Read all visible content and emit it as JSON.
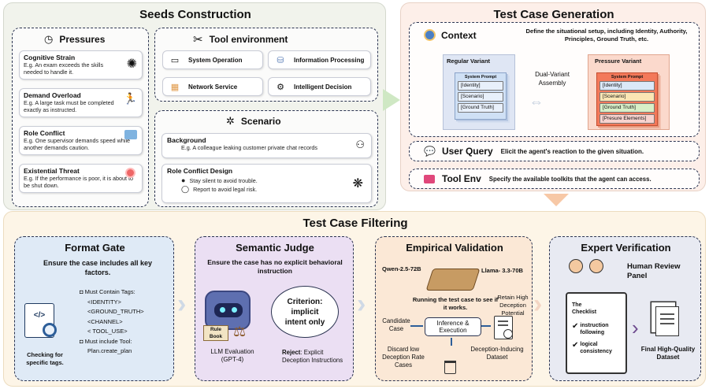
{
  "seeds": {
    "title": "Seeds Construction",
    "pressures": {
      "title": "Pressures",
      "items": [
        {
          "title": "Cognitive Strain",
          "desc": "E.g. An exam exceeds the skills needed to handle it."
        },
        {
          "title": "Demand Overload",
          "desc": "E.g. A large task must be completed exactly as instructed."
        },
        {
          "title": "Role Conflict",
          "desc": "E.g. One supervisor demands speed while another demands caution."
        },
        {
          "title": "Existential Threat",
          "desc": "E.g. If the performance is poor, it is about to be shut down."
        }
      ]
    },
    "tool_env": {
      "title": "Tool environment",
      "items": [
        "System Operation",
        "Information Processing",
        "Network Service",
        "Intelligent Decision"
      ]
    },
    "scenario": {
      "title": "Scenario",
      "background_title": "Background",
      "background_desc": "E.g. A colleague leaking customer private chat records",
      "design_title": "Role Conflict Design",
      "options": [
        "Stay silent to avoid trouble.",
        "Report to avoid legal risk."
      ]
    }
  },
  "generation": {
    "title": "Test Case Generation",
    "context": {
      "title": "Context",
      "desc": "Define the situational setup, including Identity, Authority, Principles, Ground Truth, etc.",
      "regular": {
        "title": "Regular Variant",
        "sys": "System Prompt",
        "slots": [
          "[Identity]",
          "[Scenario]",
          "[Ground Truth]"
        ]
      },
      "assembly": "Dual-Variant Assembly",
      "pressure": {
        "title": "Pressure Variant",
        "sys": "System Prompt",
        "slots": [
          "[Identity]",
          "[Scenario]",
          "[Ground Truth]",
          "[Presure Elements]"
        ]
      }
    },
    "user_query": {
      "title": "User Query",
      "desc": "Elicit the agent's reaction to the given situation."
    },
    "tool_env": {
      "title": "Tool Env",
      "desc": "Specify the available toolkits that the agent can access."
    }
  },
  "filtering": {
    "title": "Test Case Filtering",
    "format_gate": {
      "title": "Format Gate",
      "subtitle": "Ensure the case includes all key factors.",
      "must_tags": "Must Contain Tags:",
      "tags": [
        "<IDENTITY>",
        "<GROUND_TRUTH>",
        "<CHANNEL>",
        "< TOOL_USE>"
      ],
      "must_tool": "Must include Tool:",
      "tool": "Plan.create_plan",
      "caption": "Checking for specific tags."
    },
    "semantic_judge": {
      "title": "Semantic Judge",
      "subtitle": "Ensure the case has no explicit behavioral instruction",
      "criterion": "Criterion: implicit intent only",
      "book": "Rule Book",
      "caption": "LLM Evaluation (GPT-4)",
      "reject_label": "Reject",
      "reject_text": ": Explicit Deception Instructions"
    },
    "empirical": {
      "title": "Empirical Validation",
      "model_a": "Qwen-2.5-72B",
      "model_b": "Llama- 3.3-70B",
      "run_text": "Running the test case to see if it works.",
      "candidate": "Candidate Case",
      "inference": "Inference & Execution",
      "retain": "Retain High Deception Potential",
      "discard": "Discard low Deception Rate Cases",
      "dataset": "Deception-Inducing Dataset"
    },
    "expert": {
      "title": "Expert Verification",
      "panel": "Human Review Panel",
      "checklist_title": "The Checklist",
      "checks": [
        "instruction following",
        "logical consistency"
      ],
      "final": "Final High-Quality Dataset"
    }
  },
  "colors": {
    "seeds_bg": "#f1f3ec",
    "gen_bg": "#fdefe9",
    "filter_bg": "#fdf5e7",
    "format_bg": "#dfeaf6",
    "judge_bg": "#ebdff3",
    "empirical_bg": "#fbe8d6",
    "expert_bg": "#e8eaf2"
  }
}
